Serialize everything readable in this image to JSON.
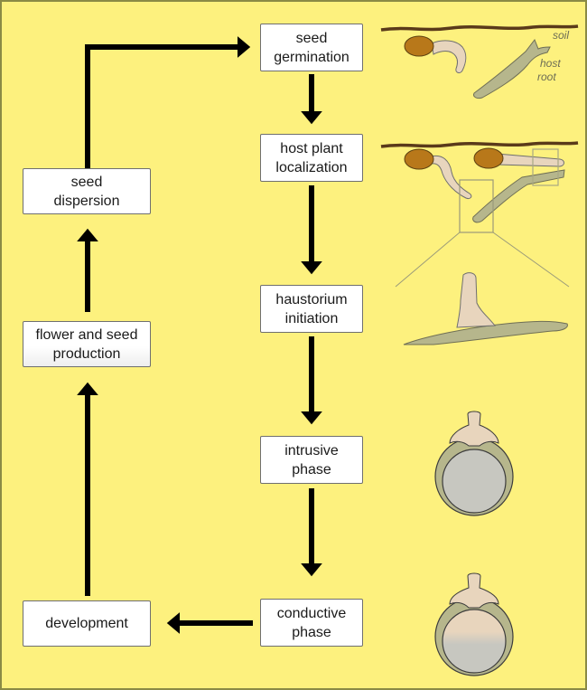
{
  "stages": {
    "seed_germination": "seed\ngermination",
    "host_localization": "host plant\nlocalization",
    "haustorium_initiation": "haustorium\ninitiation",
    "intrusive_phase": "intrusive\nphase",
    "conductive_phase": "conductive\nphase",
    "development": "development",
    "flower_seed_production": "flower and seed\nproduction",
    "seed_dispersion": "seed\ndispersion"
  },
  "illustration_labels": {
    "soil": "soil",
    "host_root_line1": "host",
    "host_root_line2": "root"
  },
  "colors": {
    "background": "#fdf17e",
    "seed": "#b8781a",
    "parasite_root": "#e8d5bd",
    "host_root": "#b6b68c",
    "soil": "#5a3a1a",
    "arrow": "#000000"
  }
}
